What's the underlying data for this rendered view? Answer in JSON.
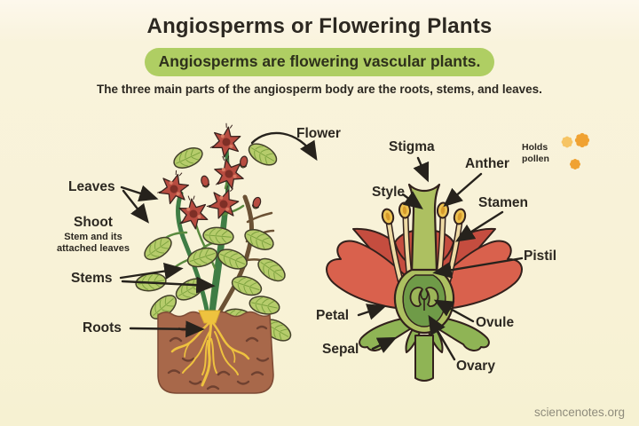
{
  "header": {
    "title": "Angiosperms or Flowering Plants",
    "subtitle": "Angiosperms are flowering vascular plants.",
    "description": "The three main parts of the angiosperm body are the roots, stems, and leaves."
  },
  "plant_diagram": {
    "labels": {
      "flower": "Flower",
      "leaves": "Leaves",
      "shoot": "Shoot",
      "shoot_sub": "Stem and its attached leaves",
      "stems": "Stems",
      "roots": "Roots"
    }
  },
  "flower_diagram": {
    "labels": {
      "stigma": "Stigma",
      "anther": "Anther",
      "holds_pollen": "Holds pollen",
      "style": "Style",
      "stamen": "Stamen",
      "pistil": "Pistil",
      "petal": "Petal",
      "ovule": "Ovule",
      "sepal": "Sepal",
      "ovary": "Ovary"
    }
  },
  "footer": {
    "credit": "sciencenotes.org"
  },
  "colors": {
    "background": "#f8f2d6",
    "highlight_pill": "#afce63",
    "text": "#2c2821",
    "petal_red": "#d9614d",
    "petal_red_dark": "#c54d3f",
    "bloom_red": "#b84c40",
    "leaf_green": "#b6cc6b",
    "stem_green": "#3f7d45",
    "stem_brown": "#6b5134",
    "soil_brown": "#a8684a",
    "root_yellow": "#eec23f",
    "pistil_green": "#adc061",
    "ovary_green": "#6f9b48",
    "filament_cream": "#eedaa4",
    "anther_yellow": "#edc24f",
    "pollen_orange": "#f0a232",
    "footer_gray": "#8f8c7c"
  }
}
